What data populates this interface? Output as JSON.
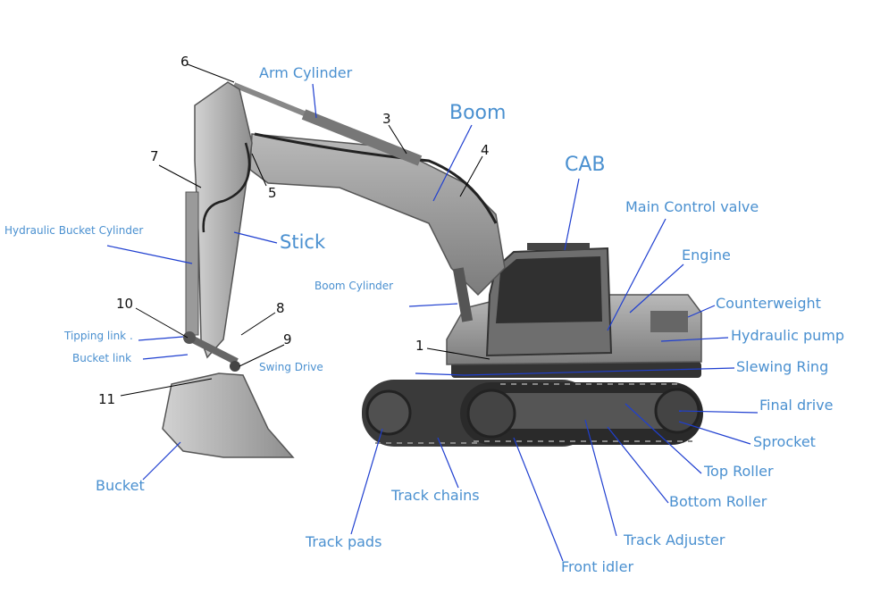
{
  "labels": {
    "arm_cylinder": "Arm Cylinder",
    "boom": "Boom",
    "cab": "CAB",
    "stick": "Stick",
    "main_control_valve": "Main Control valve",
    "engine": "Engine",
    "counterweight": "Counterweight",
    "hydraulic_pump": "Hydraulic pump",
    "slewing_ring": "Slewing Ring",
    "final_drive": "Final drive",
    "sprocket": "Sprocket",
    "top_roller": "Top Roller",
    "bottom_roller": "Bottom Roller",
    "track_adjuster": "Track Adjuster",
    "front_idler": "Front idler",
    "track_pads": "Track pads",
    "track_chains": "Track chains",
    "bucket": "Bucket",
    "hydraulic_bucket_cylinder": "Hydraulic Bucket Cylinder",
    "boom_cylinder": "Boom Cylinder",
    "tipping_link": "Tipping link .",
    "bucket_link": "Bucket link",
    "swing_drive": "Swing Drive"
  },
  "numbers": {
    "n1": "1",
    "n3": "3",
    "n4": "4",
    "n5": "5",
    "n6": "6",
    "n7": "7",
    "n8": "8",
    "n9": "9",
    "n10": "10",
    "n11": "11"
  },
  "colors": {
    "label_text": "#4a90d0",
    "leader_line": "#1f3fd0",
    "number_leader": "#000000",
    "machine_body": "#9a9a9a"
  }
}
